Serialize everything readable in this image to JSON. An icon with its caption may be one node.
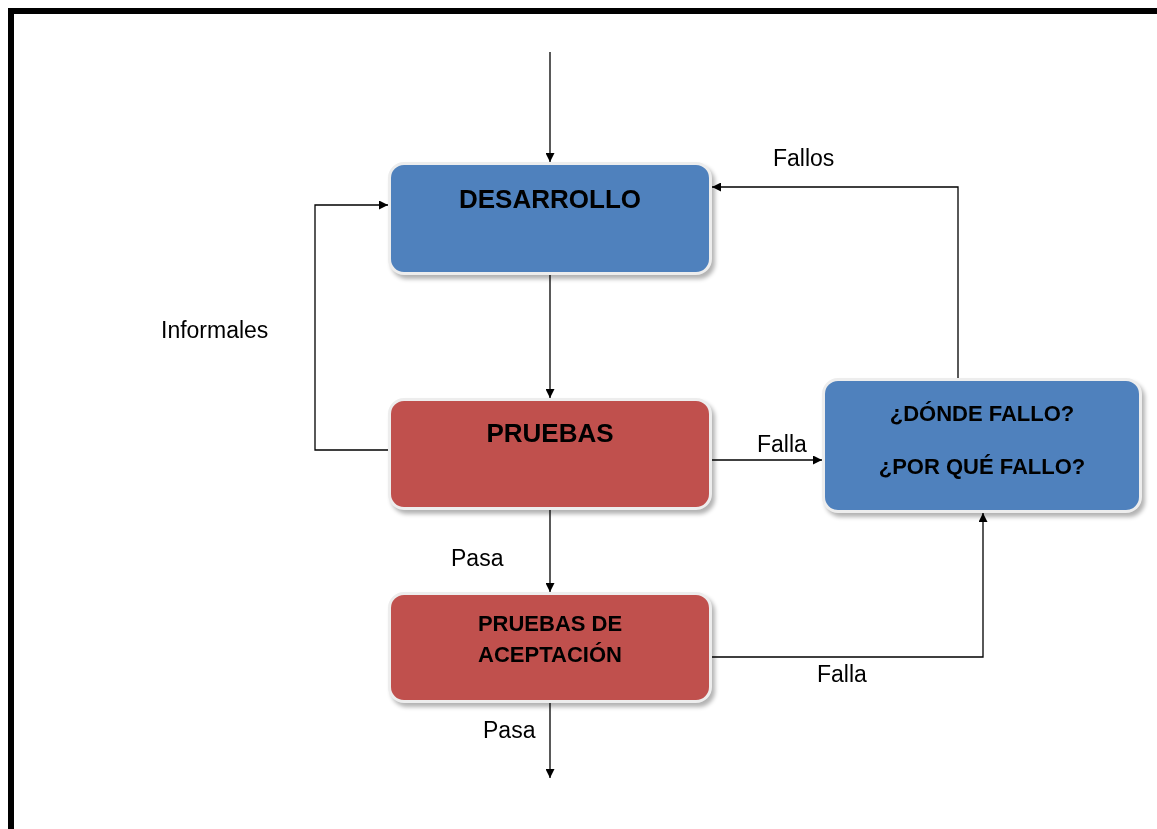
{
  "diagram": {
    "nodes": [
      {
        "text": [
          "DESARROLLO"
        ]
      },
      {
        "text": [
          "PRUEBAS"
        ]
      },
      {
        "text": [
          "¿DÓNDE FALLO?",
          "¿POR QUÉ FALLO?"
        ]
      },
      {
        "text": [
          "PRUEBAS DE ACEPTACIÓN"
        ]
      }
    ],
    "edges": [
      {
        "from": null,
        "to": 0,
        "arrow": "to"
      },
      {
        "from": 0,
        "to": 1,
        "arrow": "to"
      },
      {
        "from": 1,
        "to": 0,
        "arrow": "to",
        "label": "Informales"
      },
      {
        "from": 1,
        "to": 2,
        "arrow": "to",
        "label": "Falla"
      },
      {
        "from": 2,
        "to": 0,
        "arrow": "to",
        "label": "Fallos"
      },
      {
        "from": 1,
        "to": 3,
        "arrow": "to",
        "label": "Pasa"
      },
      {
        "from": 3,
        "to": 2,
        "arrow": "to",
        "label": "Falla"
      },
      {
        "from": 3,
        "to": null,
        "arrow": "to",
        "label": "Pasa"
      }
    ]
  }
}
